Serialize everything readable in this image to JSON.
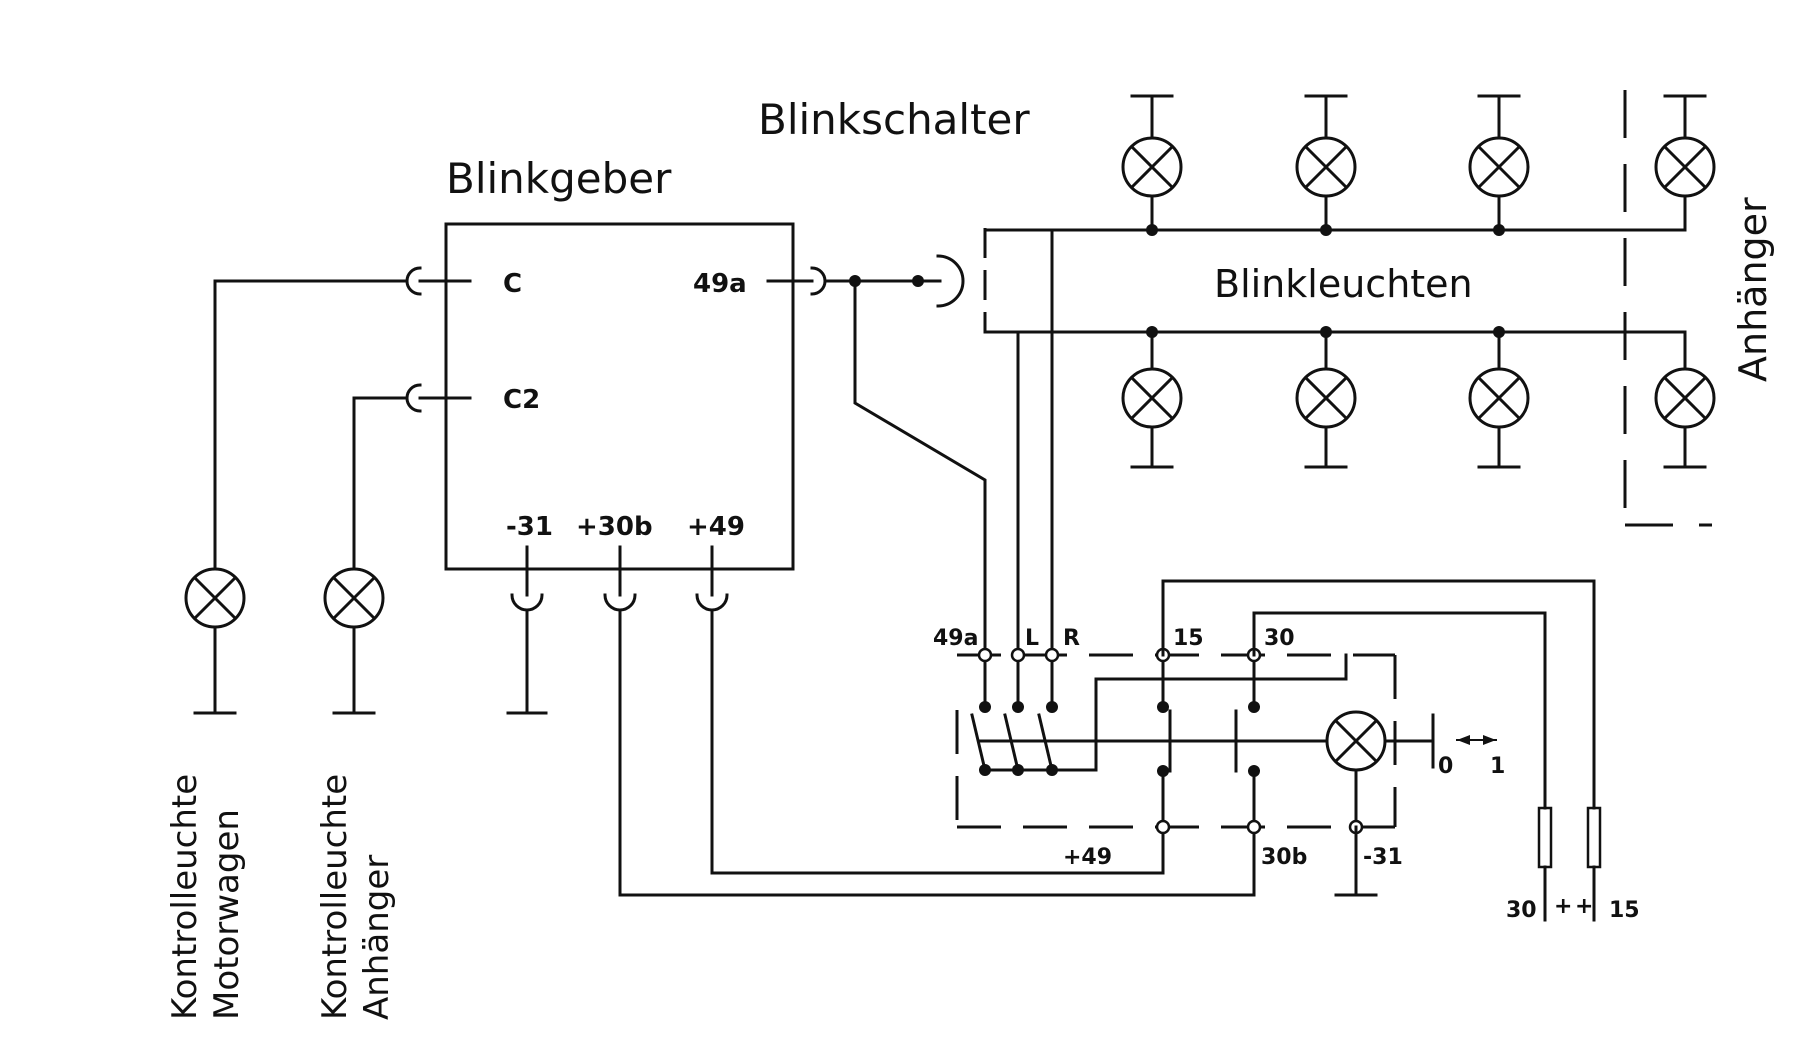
{
  "labels": {
    "blinkgeber": "Blinkgeber",
    "blinkschalter": "Blinkschalter",
    "blinkleuchten": "Blinkleuchten",
    "anhaenger": "Anhänger",
    "kontroll_motor_line1": "Kontrolleuchte",
    "kontroll_motor_line2": "Motorwagen",
    "kontroll_anh_line1": "Kontrolleuchte",
    "kontroll_anh_line2": "Anhänger"
  },
  "blinkgeber_terminals": {
    "c": "C",
    "c2": "C2",
    "t49a": "49a",
    "m31": "-31",
    "p30b": "+30b",
    "p49": "+49"
  },
  "switch_terminals": {
    "t49a": "49a",
    "l": "L",
    "r": "R",
    "t15": "15",
    "t30": "30",
    "p49": "+49",
    "t30b": "30b",
    "m31": "-31",
    "pos0": "0",
    "pos1": "1"
  },
  "fuse_labels": {
    "t30": "30",
    "plus1": "+",
    "plus2": "+",
    "t15": "15"
  }
}
